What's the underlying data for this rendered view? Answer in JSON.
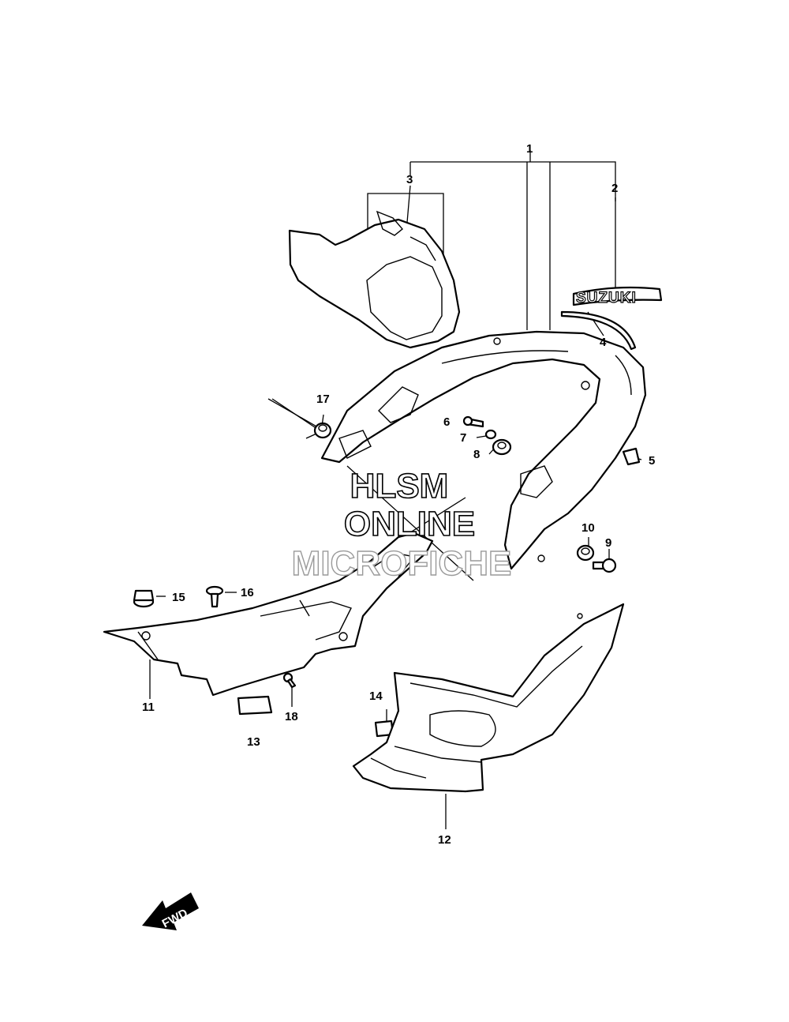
{
  "callouts": [
    {
      "label": "1"
    },
    {
      "label": "2"
    },
    {
      "label": "3"
    },
    {
      "label": "4"
    },
    {
      "label": "5"
    },
    {
      "label": "6"
    },
    {
      "label": "7"
    },
    {
      "label": "8"
    },
    {
      "label": "9"
    },
    {
      "label": "10"
    },
    {
      "label": "11"
    },
    {
      "label": "12"
    },
    {
      "label": "13"
    },
    {
      "label": "14"
    },
    {
      "label": "15"
    },
    {
      "label": "16"
    },
    {
      "label": "17"
    },
    {
      "label": "18"
    }
  ],
  "emblem": {
    "text": "SUZUKI"
  },
  "fwd": {
    "label": "FWD"
  },
  "watermark": {
    "line1": "HLSM",
    "line2": "ONLINE",
    "line3": "MICROFICHE"
  },
  "colors": {
    "line": "#000000",
    "background": "#ffffff",
    "watermark_light": "#9a9a9a"
  }
}
